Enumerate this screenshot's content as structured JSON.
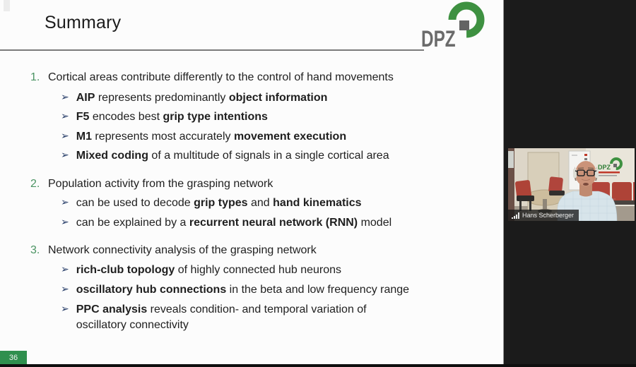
{
  "slide": {
    "title": "Summary",
    "page_number": "36",
    "logo_text": "DPZ",
    "bullet_glyph": "➢",
    "items": [
      {
        "number": "1.",
        "text": "Cortical areas contribute differently to the control of hand movements",
        "bullets": [
          {
            "segments": [
              {
                "t": "AIP",
                "b": true
              },
              {
                "t": " represents predominantly ",
                "b": false
              },
              {
                "t": "object information",
                "b": true
              }
            ]
          },
          {
            "segments": [
              {
                "t": "F5",
                "b": true
              },
              {
                "t": " encodes best ",
                "b": false
              },
              {
                "t": "grip type intentions",
                "b": true
              }
            ]
          },
          {
            "segments": [
              {
                "t": "M1",
                "b": true
              },
              {
                "t": " represents most accurately ",
                "b": false
              },
              {
                "t": "movement execution",
                "b": true
              }
            ]
          },
          {
            "segments": [
              {
                "t": "Mixed coding",
                "b": true
              },
              {
                "t": " of a multitude of signals in a single cortical area",
                "b": false
              }
            ]
          }
        ]
      },
      {
        "number": "2.",
        "text": "Population activity from the grasping network",
        "bullets": [
          {
            "segments": [
              {
                "t": "can be used to decode ",
                "b": false
              },
              {
                "t": "grip types",
                "b": true
              },
              {
                "t": " and ",
                "b": false
              },
              {
                "t": "hand kinematics",
                "b": true
              }
            ]
          },
          {
            "segments": [
              {
                "t": "can be explained by a ",
                "b": false
              },
              {
                "t": "recurrent neural network (RNN)",
                "b": true
              },
              {
                "t": " model",
                "b": false
              }
            ]
          }
        ]
      },
      {
        "number": "3.",
        "text": "Network connectivity analysis of the grasping network",
        "bullets": [
          {
            "segments": [
              {
                "t": "rich-club topology",
                "b": true
              },
              {
                "t": " of highly connected hub neurons",
                "b": false
              }
            ]
          },
          {
            "segments": [
              {
                "t": "oscillatory hub connections",
                "b": true
              },
              {
                "t": " in the beta and low frequency range",
                "b": false
              }
            ]
          },
          {
            "segments": [
              {
                "t": "PPC analysis",
                "b": true
              },
              {
                "t": " reveals condition- and temporal variation of oscillatory connectivity",
                "b": false
              }
            ]
          }
        ]
      }
    ]
  },
  "video_tile": {
    "participant_name": "Hans Scherberger",
    "wall_logo_text": "DPZ"
  },
  "colors": {
    "number_green": "#4a9362",
    "arrow_navy": "#233a66",
    "badge_green": "#2f8f4e",
    "logo_green": "#3e9141",
    "logo_gray": "#6b6b6b",
    "panel_black": "#1b1b1b"
  }
}
